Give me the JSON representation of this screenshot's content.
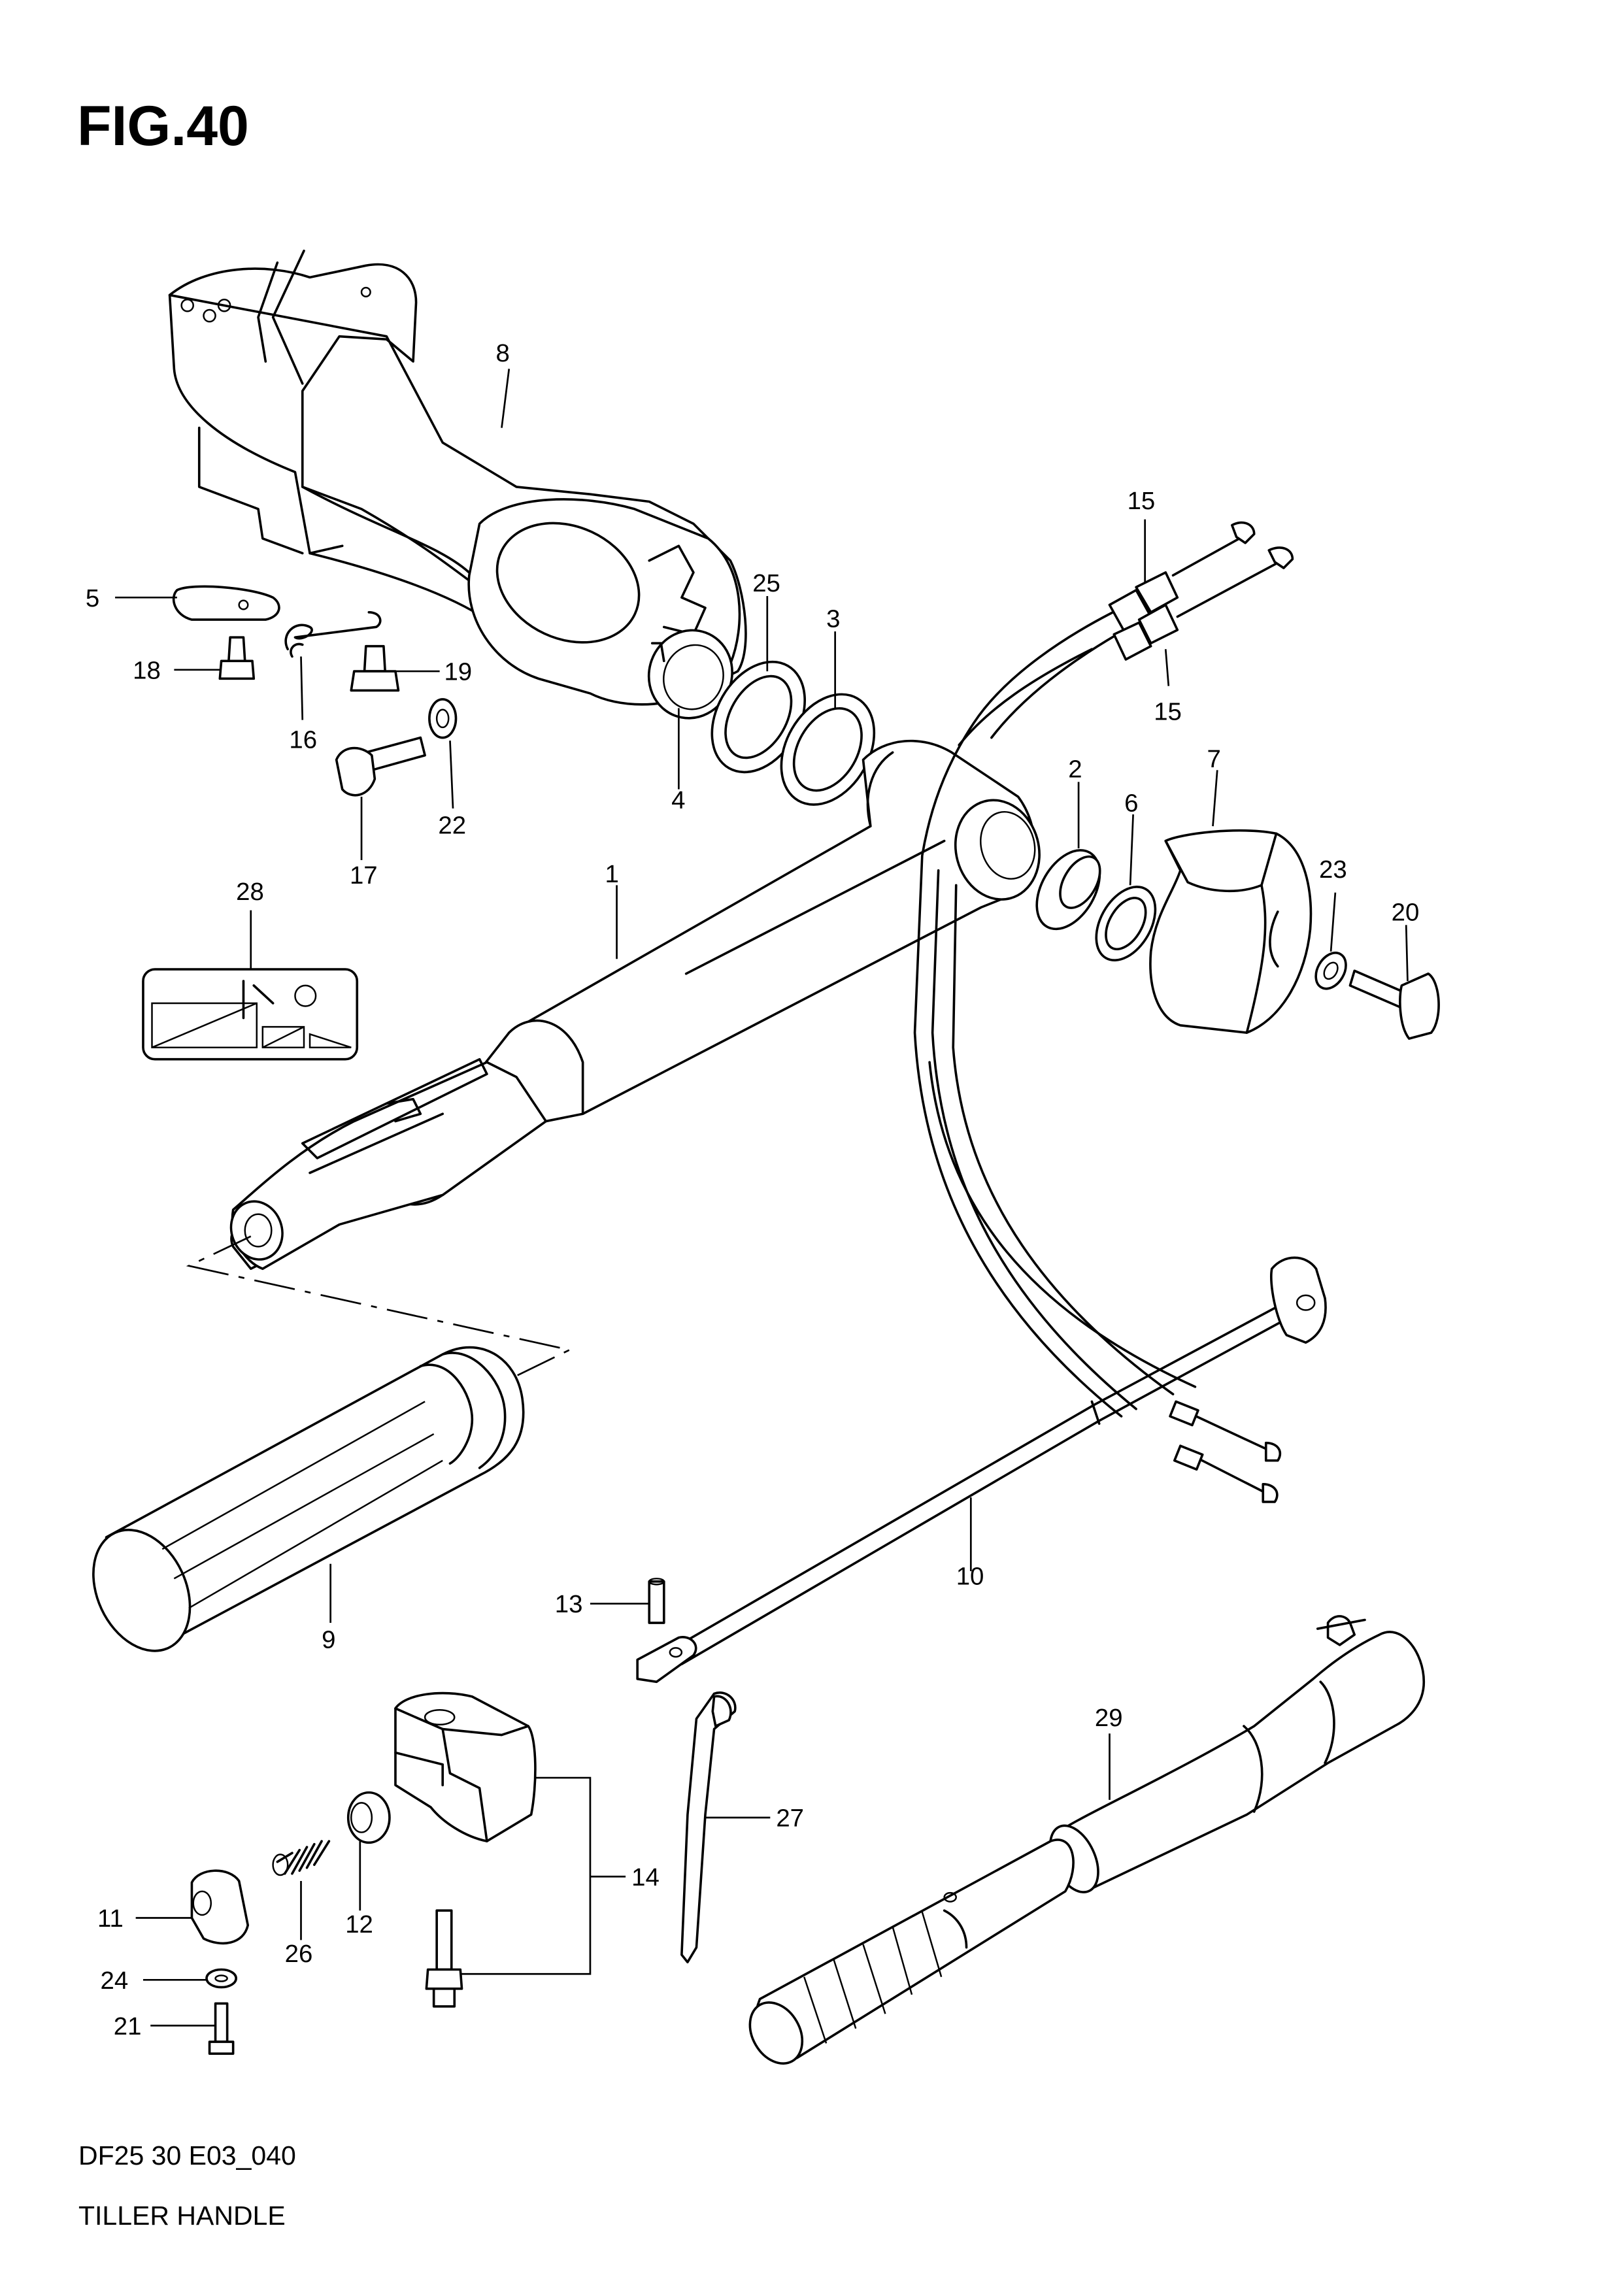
{
  "figure": {
    "title": "FIG.40"
  },
  "caption": {
    "code": "DF25 30 E03_040",
    "name": "TILLER HANDLE"
  },
  "callouts": {
    "c1": "1",
    "c2": "2",
    "c3": "3",
    "c4": "4",
    "c5": "5",
    "c6": "6",
    "c7": "7",
    "c8": "8",
    "c9": "9",
    "c10": "10",
    "c11": "11",
    "c12": "12",
    "c13": "13",
    "c14": "14",
    "c15a": "15",
    "c15b": "15",
    "c16": "16",
    "c17": "17",
    "c18": "18",
    "c19": "19",
    "c20": "20",
    "c21": "21",
    "c22": "22",
    "c23": "23",
    "c24": "24",
    "c25": "25",
    "c26": "26",
    "c27": "27",
    "c28": "28",
    "c29": "29"
  }
}
